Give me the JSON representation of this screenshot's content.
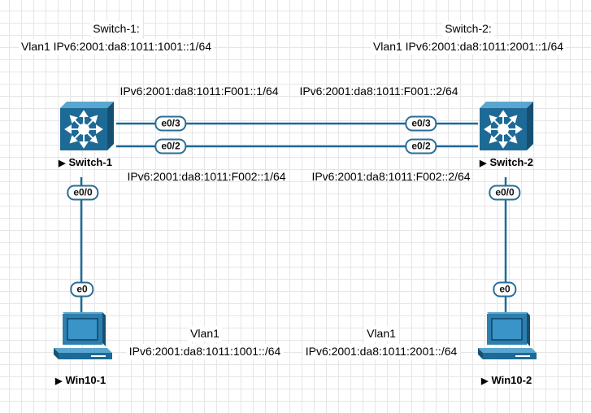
{
  "top_notes": {
    "switch1_title": "Switch-1:",
    "switch1_vlan": "Vlan1 IPv6:2001:da8:1011:1001::1/64",
    "switch2_title": "Switch-2:",
    "switch2_vlan": "Vlan1 IPv6:2001:da8:1011:2001::1/64"
  },
  "link_addresses": {
    "s1_f001": "IPv6:2001:da8:1011:F001::1/64",
    "s2_f001": "IPv6:2001:da8:1011:F001::2/64",
    "s1_f002": "IPv6:2001:da8:1011:F002::1/64",
    "s2_f002": "IPv6:2001:da8:1011:F002::2/64"
  },
  "lan_notes": {
    "left_vlan": "Vlan1",
    "left_prefix": "IPv6:2001:da8:1011:1001::/64",
    "right_vlan": "Vlan1",
    "right_prefix": "IPv6:2001:da8:1011:2001::/64"
  },
  "nodes": {
    "switch1": "Switch-1",
    "switch2": "Switch-2",
    "pc1": "Win10-1",
    "pc2": "Win10-2"
  },
  "ports": {
    "s1_e03": "e0/3",
    "s1_e02": "e0/2",
    "s2_e03": "e0/3",
    "s2_e02": "e0/2",
    "s1_e00": "e0/0",
    "s2_e00": "e0/0",
    "pc1_e0": "e0",
    "pc2_e0": "e0"
  },
  "colors": {
    "switch_fill": "#1e6a96",
    "switch_light": "#4f9cc6",
    "pc_fill": "#2c7fae",
    "pc_screen": "#3a94c8",
    "link": "#1d6b9a",
    "port_border": "#2a6e96"
  },
  "icons": {
    "switch": "layer3-switch-icon",
    "pc": "desktop-pc-icon",
    "node_marker": "play-triangle-icon"
  }
}
